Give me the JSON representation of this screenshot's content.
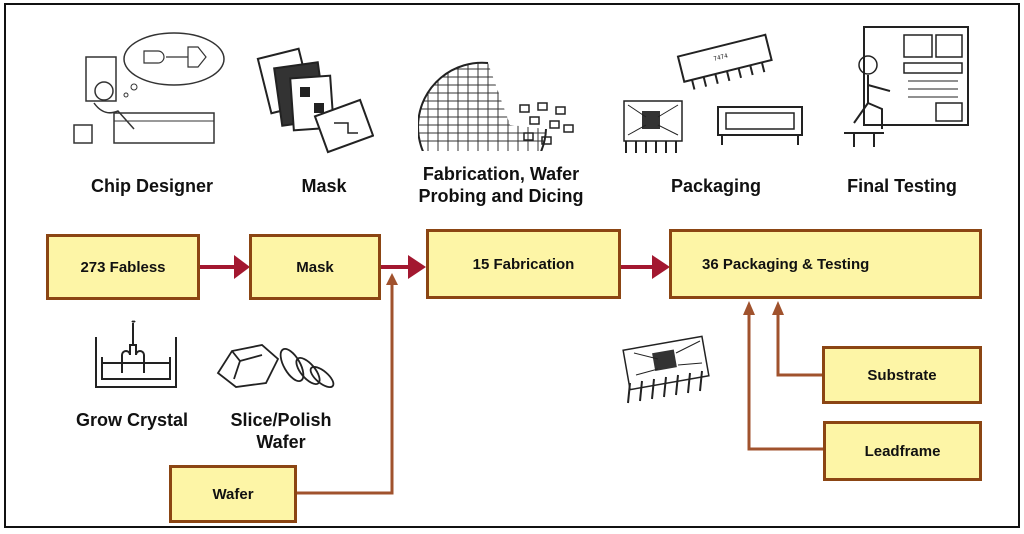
{
  "colors": {
    "box_fill": "#fdf5a6",
    "box_border": "#8b4513",
    "arrow": "#a31830",
    "wire": "#a0522d"
  },
  "stages": [
    {
      "label": "Chip Designer",
      "icon": "chip-designer-icon"
    },
    {
      "label": "Mask",
      "icon": "mask-icon"
    },
    {
      "label": "Fabrication, Wafer Probing and Dicing",
      "icon": "wafer-icon"
    },
    {
      "label": "Packaging",
      "icon": "packaging-icon"
    },
    {
      "label": "Final Testing",
      "icon": "final-testing-icon"
    }
  ],
  "flow": [
    {
      "label": "273 Fabless"
    },
    {
      "label": "Mask"
    },
    {
      "label": "15 Fabrication"
    },
    {
      "label": "36 Packaging & Testing"
    }
  ],
  "inputs": {
    "wafer": "Wafer",
    "substrate": "Substrate",
    "leadframe": "Leadframe"
  },
  "crystal_steps": [
    {
      "label": "Grow Crystal",
      "icon": "crystal-growth-icon"
    },
    {
      "label": "Slice/Polish Wafer",
      "icon": "slice-polish-icon"
    }
  ]
}
